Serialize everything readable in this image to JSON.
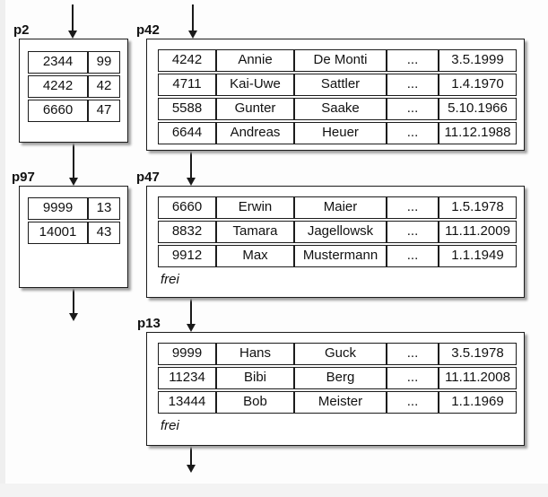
{
  "diagram": {
    "pages": {
      "p2": {
        "label": "p2",
        "rows": [
          [
            "2344",
            "99"
          ],
          [
            "4242",
            "42"
          ],
          [
            "6660",
            "47"
          ]
        ]
      },
      "p42": {
        "label": "p42",
        "rows": [
          [
            "4242",
            "Annie",
            "De Monti",
            "...",
            "3.5.1999"
          ],
          [
            "4711",
            "Kai-Uwe",
            "Sattler",
            "...",
            "1.4.1970"
          ],
          [
            "5588",
            "Gunter",
            "Saake",
            "...",
            "5.10.1966"
          ],
          [
            "6644",
            "Andreas",
            "Heuer",
            "...",
            "11.12.1988"
          ]
        ]
      },
      "p97": {
        "label": "p97",
        "rows": [
          [
            "9999",
            "13"
          ],
          [
            "14001",
            "43"
          ]
        ]
      },
      "p47": {
        "label": "p47",
        "rows": [
          [
            "6660",
            "Erwin",
            "Maier",
            "...",
            "1.5.1978"
          ],
          [
            "8832",
            "Tamara",
            "Jagellowsk",
            "...",
            "11.11.2009"
          ],
          [
            "9912",
            "Max",
            "Mustermann",
            "...",
            "1.1.1949"
          ]
        ],
        "free_label": "frei"
      },
      "p13": {
        "label": "p13",
        "rows": [
          [
            "9999",
            "Hans",
            "Guck",
            "...",
            "3.5.1978"
          ],
          [
            "11234",
            "Bibi",
            "Berg",
            "...",
            "11.11.2008"
          ],
          [
            "13444",
            "Bob",
            "Meister",
            "...",
            "1.1.1969"
          ]
        ],
        "free_label": "frei"
      }
    },
    "edges": [
      {
        "from": "top",
        "to": "p2"
      },
      {
        "from": "top",
        "to": "p42"
      },
      {
        "from": "p2",
        "to": "p97"
      },
      {
        "from": "p42",
        "to": "p47"
      },
      {
        "from": "p97",
        "to": "below"
      },
      {
        "from": "p47",
        "to": "p13"
      },
      {
        "from": "p13",
        "to": "below"
      }
    ],
    "colors": {
      "line": "#1a1a1a",
      "box_fill": "#ffffff",
      "shadow": "#a0a0a0",
      "background": "#fdfdfd",
      "edge_strip": "#efefef"
    }
  }
}
